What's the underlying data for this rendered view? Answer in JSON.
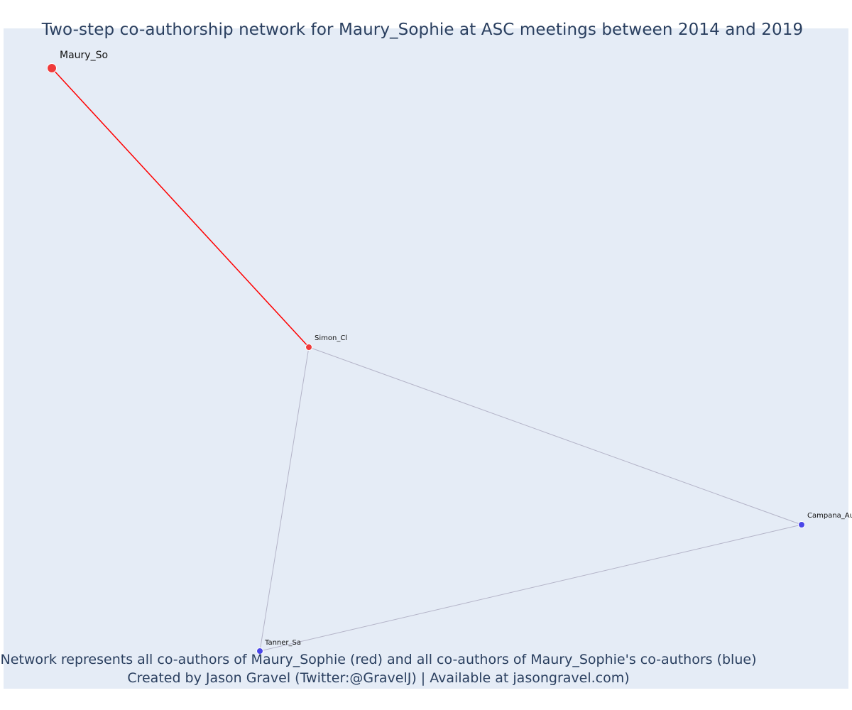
{
  "title": "Two-step co-authorship network for Maury_Sophie at ASC meetings between 2014 and 2019",
  "footer": {
    "line1": "Network represents all co-authors of Maury_Sophie (red) and all co-authors of Maury_Sophie's co-authors (blue)",
    "line2": "Created by Jason Gravel (Twitter:@GravelJ) | Available at jasongravel.com)"
  },
  "colors": {
    "background": "#e5ecf6",
    "direct_coauthor": "#ef3b3b",
    "second_step": "#4a46e8",
    "direct_edge": "#ff0000",
    "other_edge": "#b4b4c8"
  },
  "chart_data": {
    "type": "network",
    "nodes": [
      {
        "id": "Maury_So",
        "label": "Maury_So",
        "group": "ego",
        "color": "red"
      },
      {
        "id": "Simon_Cl",
        "label": "Simon_Cl",
        "group": "coauthor",
        "color": "red"
      },
      {
        "id": "Campana_Au",
        "label": "Campana_Au",
        "group": "second-step",
        "color": "blue"
      },
      {
        "id": "Tanner_Sa",
        "label": "Tanner_Sa",
        "group": "second-step",
        "color": "blue"
      }
    ],
    "edges": [
      {
        "source": "Maury_So",
        "target": "Simon_Cl",
        "kind": "direct"
      },
      {
        "source": "Simon_Cl",
        "target": "Campana_Au",
        "kind": "second-step"
      },
      {
        "source": "Simon_Cl",
        "target": "Tanner_Sa",
        "kind": "second-step"
      },
      {
        "source": "Tanner_Sa",
        "target": "Campana_Au",
        "kind": "second-step"
      }
    ]
  }
}
